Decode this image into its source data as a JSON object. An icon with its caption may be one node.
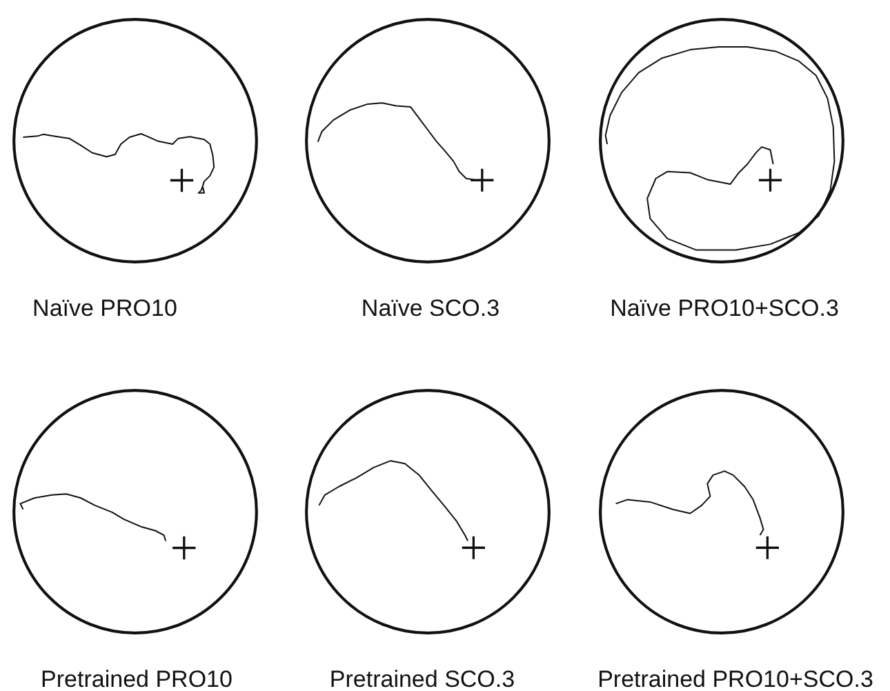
{
  "diagram": {
    "nodes": [
      {
        "text": [
          "Naïve PRO10"
        ]
      },
      {
        "text": [
          "Naïve SCO.3"
        ]
      },
      {
        "text": [
          "Naïve PRO10+SCO.3"
        ]
      },
      {
        "text": [
          "Pretrained PRO10"
        ]
      },
      {
        "text": [
          "Pretrained SCO.3"
        ]
      },
      {
        "text": [
          "Pretrained PRO10+SCO.3"
        ]
      }
    ]
  }
}
